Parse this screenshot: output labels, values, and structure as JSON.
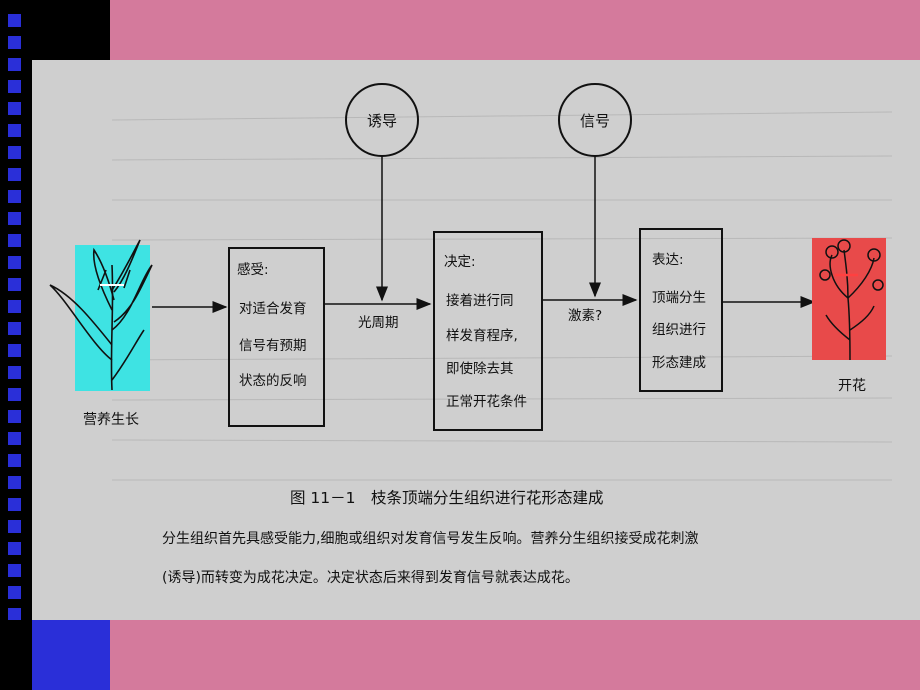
{
  "diagram": {
    "circles": {
      "induce": "诱导",
      "signal": "信号"
    },
    "boxes": {
      "sense": [
        "感受:",
        "对适合发育",
        "信号有预期",
        "状态的反响"
      ],
      "decide": [
        "决定:",
        "接着进行同",
        "样发育程序,",
        "即使除去其",
        "正常开花条件"
      ],
      "express": [
        "表达:",
        "顶端分生",
        "组织进行",
        "形态建成"
      ]
    },
    "edge_labels": {
      "photoperiod": "光周期",
      "hormone": "激素?"
    },
    "ends": {
      "start": "营养生长",
      "end": "开花"
    }
  },
  "caption": {
    "title": "图 11－1　枝条顶端分生组织进行花形态建成",
    "line1": "分生组织首先具感受能力,细胞或组织对发育信号发生反响。营养分生组织接受成花刺激",
    "line2": "(诱导)而转变为成花决定。决定状态后来得到发育信号就表达成花。"
  },
  "colors": {
    "background_pink": "#d47a9c",
    "sidebar_blue": "#2a2fd8",
    "slide_gray": "#cfcfcf",
    "highlight_cyan": "#3ee3e3",
    "highlight_red": "#e84a4a"
  }
}
